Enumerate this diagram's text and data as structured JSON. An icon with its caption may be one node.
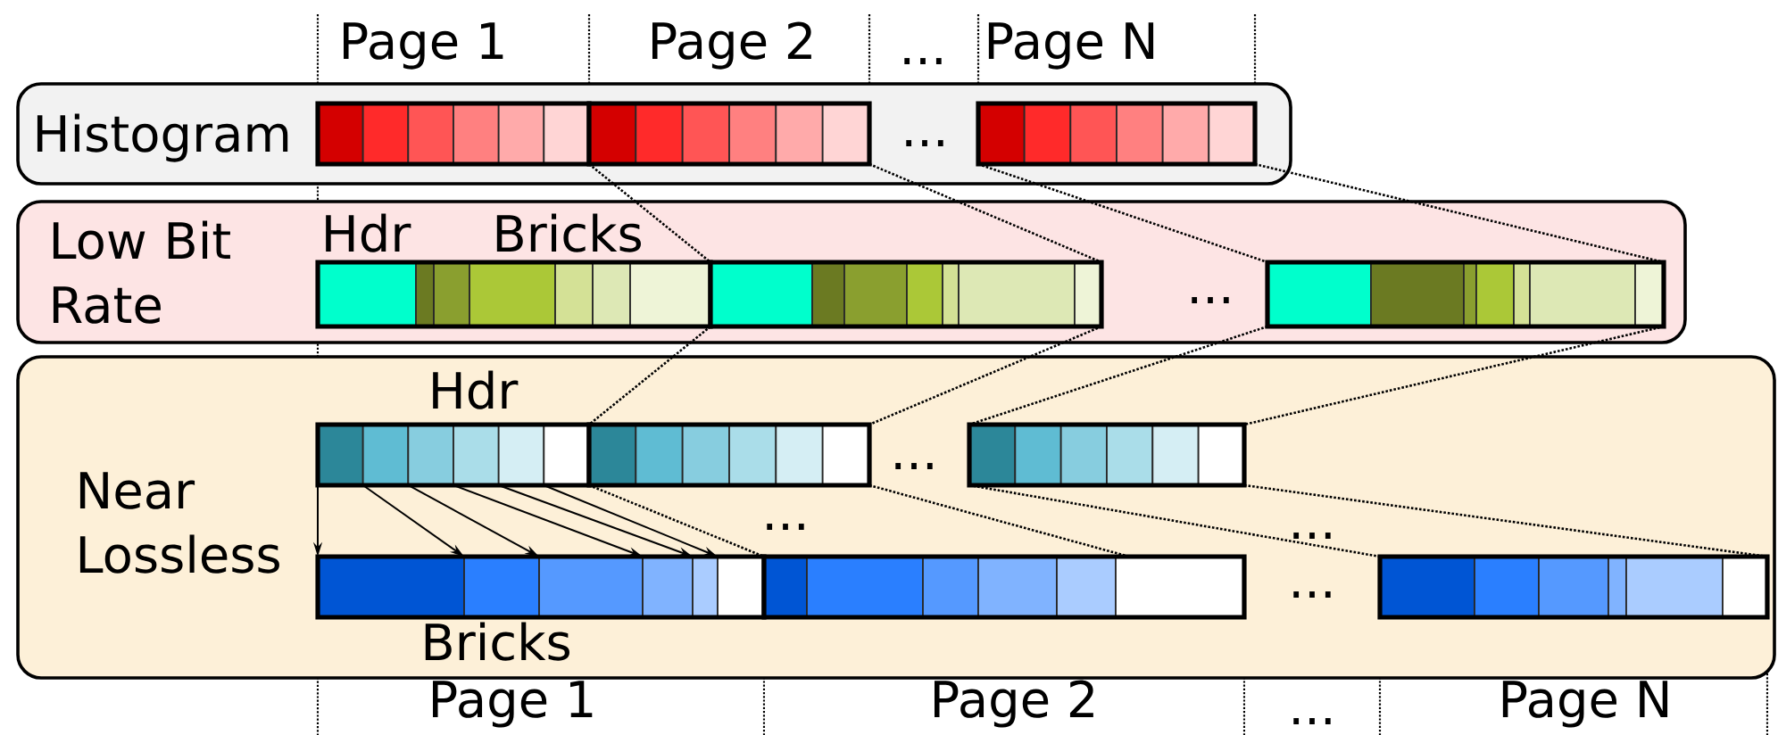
{
  "diagram": {
    "nodes": [
      {
        "text": [
          "Histogram"
        ]
      },
      {
        "text": [
          "Low Bit Rate"
        ]
      },
      {
        "text": [
          "Near Lossless"
        ]
      },
      {
        "text": [],
        "shape": "bar",
        "in": 0
      },
      {
        "text": [],
        "shape": "bar",
        "in": 0
      },
      {
        "text": [],
        "shape": "bar",
        "in": 0
      },
      {
        "text": [],
        "shape": "bar",
        "in": 1
      },
      {
        "text": [],
        "shape": "bar",
        "in": 1
      },
      {
        "text": [],
        "shape": "bar",
        "in": 1
      },
      {
        "text": [],
        "shape": "bar",
        "in": 2
      },
      {
        "text": [],
        "shape": "bar",
        "in": 2
      },
      {
        "text": [],
        "shape": "bar",
        "in": 2
      },
      {
        "text": [],
        "shape": "bar",
        "in": 2
      },
      {
        "text": [],
        "shape": "bar",
        "in": 2
      },
      {
        "text": [],
        "shape": "bar",
        "in": 2
      }
    ],
    "edges": [
      {
        "from": 4,
        "to": 7,
        "arrow": "none",
        "style": "dashed"
      },
      {
        "from": 4,
        "to": 7,
        "arrow": "none",
        "style": "dashed"
      },
      {
        "from": 5,
        "to": 8,
        "arrow": "none",
        "style": "dashed"
      },
      {
        "from": 5,
        "to": 8,
        "arrow": "none",
        "style": "dashed"
      },
      {
        "from": 7,
        "to": 10,
        "arrow": "none",
        "style": "dashed"
      },
      {
        "from": 7,
        "to": 10,
        "arrow": "none",
        "style": "dashed"
      },
      {
        "from": 8,
        "to": 11,
        "arrow": "none",
        "style": "dashed"
      },
      {
        "from": 8,
        "to": 11,
        "arrow": "none",
        "style": "dashed"
      },
      {
        "from": 10,
        "to": 13,
        "arrow": "none",
        "style": "dashed"
      },
      {
        "from": 10,
        "to": 13,
        "arrow": "none",
        "style": "dashed"
      },
      {
        "from": 11,
        "to": 14,
        "arrow": "none",
        "style": "dashed"
      },
      {
        "from": 11,
        "to": 14,
        "arrow": "none",
        "style": "dashed"
      },
      {
        "from": 9,
        "to": 12,
        "arrow": "to"
      },
      {
        "from": 9,
        "to": 12,
        "arrow": "to"
      },
      {
        "from": 9,
        "to": 12,
        "arrow": "to"
      },
      {
        "from": 9,
        "to": 12,
        "arrow": "to"
      },
      {
        "from": 9,
        "to": 12,
        "arrow": "to"
      },
      {
        "from": 9,
        "to": 12,
        "arrow": "to"
      }
    ],
    "labels": [
      "Page 1",
      "Page 2",
      "...",
      "Page N",
      "...",
      "Hdr",
      "Bricks",
      "...",
      "Hdr",
      "...",
      "...",
      "...",
      "...",
      "Bricks",
      "Page 1",
      "Page 2",
      "...",
      "Page N"
    ]
  }
}
